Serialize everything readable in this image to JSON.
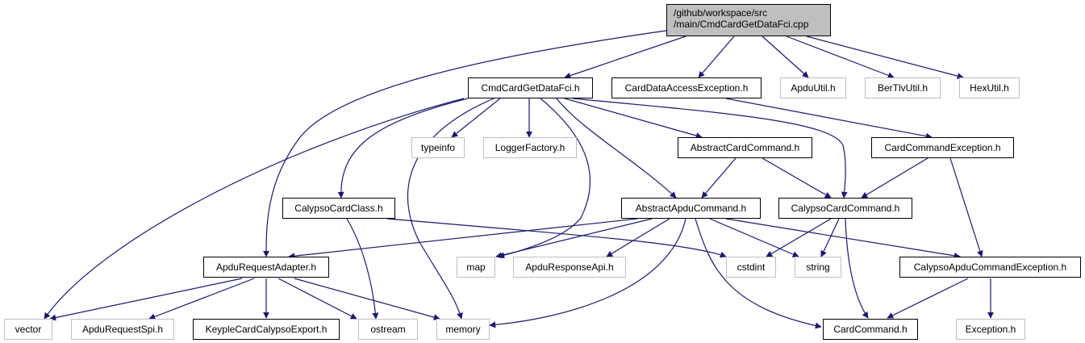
{
  "graph": {
    "root": {
      "line1": "/github/workspace/src",
      "line2": "/main/CmdCardGetDataFci.cpp"
    },
    "nodes": {
      "cmdcardgetdatafci_h": "CmdCardGetDataFci.h",
      "carddataaccessexception_h": "CardDataAccessException.h",
      "apduutil_h": "ApduUtil.h",
      "bertlvutil_h": "BerTlvUtil.h",
      "hexutil_h": "HexUtil.h",
      "typeinfo": "typeinfo",
      "loggerfactory_h": "LoggerFactory.h",
      "abstractcardcommand_h": "AbstractCardCommand.h",
      "cardcommandexception_h": "CardCommandException.h",
      "calypsocardclass_h": "CalypsoCardClass.h",
      "abstractapducommand_h": "AbstractApduCommand.h",
      "calypsocardcommand_h": "CalypsoCardCommand.h",
      "apdurequestadapter_h": "ApduRequestAdapter.h",
      "map": "map",
      "apduresponseapi_h": "ApduResponseApi.h",
      "cstdint": "cstdint",
      "string": "string",
      "calypsoapducommandexception_h": "CalypsoApduCommandException.h",
      "vector": "vector",
      "apdurequestspi_h": "ApduRequestSpi.h",
      "keyplecardcalypsoexport_h": "KeypleCardCalypsoExport.h",
      "ostream": "ostream",
      "memory": "memory",
      "cardcommand_h": "CardCommand.h",
      "exception_h": "Exception.h"
    },
    "colors": {
      "edge": "#191970",
      "local_border": "#000000",
      "external_border": "#bfbfbf",
      "root_fill": "#bfbfbf"
    }
  }
}
